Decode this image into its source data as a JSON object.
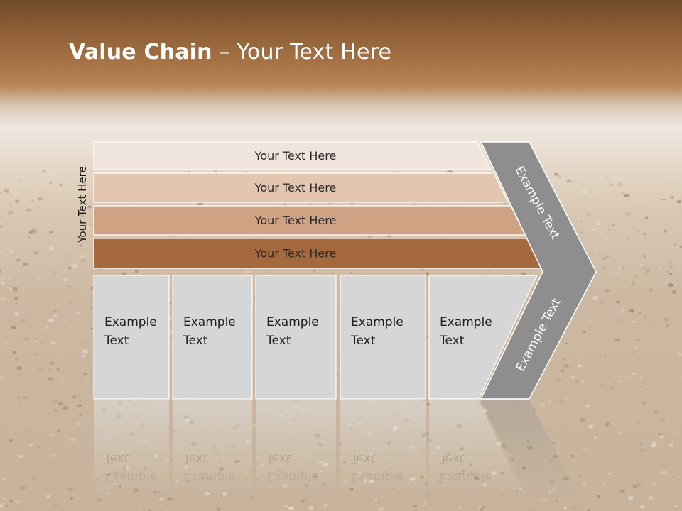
{
  "title": {
    "bold": "Value Chain",
    "rest": " – Your Text Here"
  },
  "side_label": "Your Text Here",
  "rows": [
    {
      "label": "Your Text Here",
      "color": "#f0e5dc"
    },
    {
      "label": "Your Text Here",
      "color": "#e4c6b0"
    },
    {
      "label": "Your Text Here",
      "color": "#cfa283"
    },
    {
      "label": "Your Text Here",
      "color": "#a5693e"
    }
  ],
  "boxes": [
    {
      "line1": "Example",
      "line2": "Text"
    },
    {
      "line1": "Example",
      "line2": "Text"
    },
    {
      "line1": "Example",
      "line2": "Text"
    },
    {
      "line1": "Example",
      "line2": "Text"
    },
    {
      "line1": "Example",
      "line2": "Text"
    }
  ],
  "arrow_upper": "Example Text",
  "arrow_lower": "Example Text",
  "colors": {
    "box_fill": "#d6d6d6",
    "arrow_fill": "#8e8e8e",
    "text_dark": "#2a2a2a"
  }
}
